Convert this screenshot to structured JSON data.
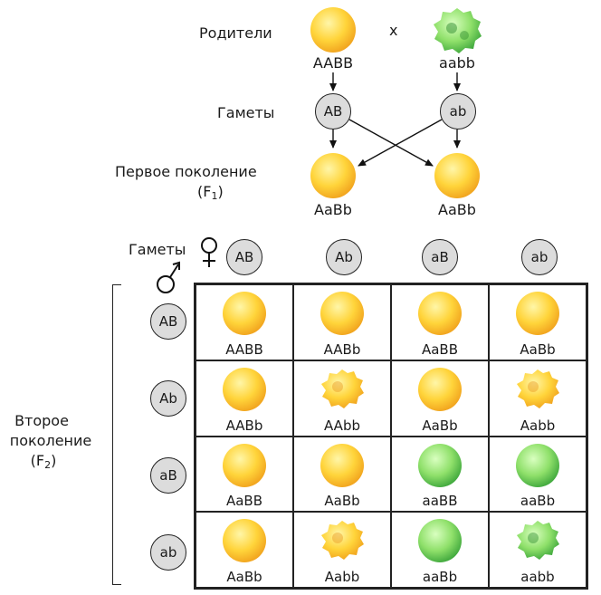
{
  "labels": {
    "parents": "Родители",
    "cross": "x",
    "gametes": "Гаметы",
    "f1_line1": "Первое поколение",
    "f1_line2_open": "(F",
    "f1_sub": "1",
    "f1_line2_close": ")",
    "grid_gametes": "Гаметы",
    "f2_line1": "Второе",
    "f2_line2": "поколение",
    "f2_line3_open": "(F",
    "f2_sub": "2",
    "f2_line3_close": ")"
  },
  "parents": [
    {
      "genotype": "AABB",
      "phenotype": "yellow-round"
    },
    {
      "genotype": "aabb",
      "phenotype": "green-wrinkled"
    }
  ],
  "parent_gametes": [
    "AB",
    "ab"
  ],
  "f1": [
    {
      "genotype": "AaBb",
      "phenotype": "yellow-round"
    },
    {
      "genotype": "AaBb",
      "phenotype": "yellow-round"
    }
  ],
  "column_gametes": [
    "AB",
    "Ab",
    "aB",
    "ab"
  ],
  "row_gametes": [
    "AB",
    "Ab",
    "aB",
    "ab"
  ],
  "punnett": [
    [
      {
        "g": "AABB",
        "p": "yellow-round"
      },
      {
        "g": "AABb",
        "p": "yellow-round"
      },
      {
        "g": "AaBB",
        "p": "yellow-round"
      },
      {
        "g": "AaBb",
        "p": "yellow-round"
      }
    ],
    [
      {
        "g": "AABb",
        "p": "yellow-round"
      },
      {
        "g": "AAbb",
        "p": "yellow-wrinkled"
      },
      {
        "g": "AaBb",
        "p": "yellow-round"
      },
      {
        "g": "Aabb",
        "p": "yellow-wrinkled"
      }
    ],
    [
      {
        "g": "AaBB",
        "p": "yellow-round"
      },
      {
        "g": "AaBb",
        "p": "yellow-round"
      },
      {
        "g": "aaBB",
        "p": "green-round"
      },
      {
        "g": "aaBb",
        "p": "green-round"
      }
    ],
    [
      {
        "g": "AaBb",
        "p": "yellow-round"
      },
      {
        "g": "Aabb",
        "p": "yellow-wrinkled"
      },
      {
        "g": "aaBb",
        "p": "green-round"
      },
      {
        "g": "aabb",
        "p": "green-wrinkled"
      }
    ]
  ],
  "colors": {
    "yellow_light": "#ffe86a",
    "yellow_dark": "#f2a91c",
    "green_light": "#b6f28a",
    "green_dark": "#3aa43a",
    "gamete_fill": "#dcdcdc"
  },
  "icons": {
    "female": "female-symbol-icon",
    "male": "male-symbol-icon"
  }
}
